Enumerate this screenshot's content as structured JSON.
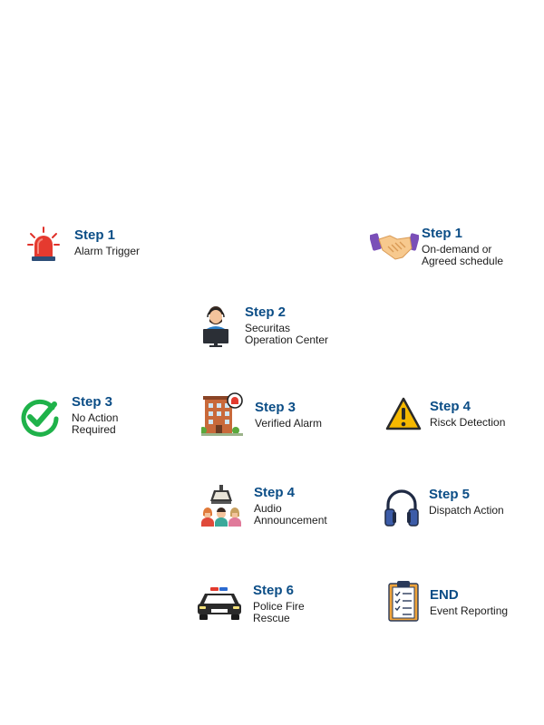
{
  "colors": {
    "step_title": "#0b4d86",
    "description": "#1c1c1c",
    "background": "#ffffff"
  },
  "nodes": {
    "alarm_trigger": {
      "step": "Step 1",
      "desc": [
        "Alarm Trigger"
      ],
      "icon": "siren-icon"
    },
    "on_demand": {
      "step": "Step 1",
      "desc": [
        "On-demand or",
        "Agreed schedule"
      ],
      "icon": "handshake-icon"
    },
    "operation_center": {
      "step": "Step 2",
      "desc": [
        "Securitas",
        "Operation Center"
      ],
      "icon": "operator-headset-icon"
    },
    "no_action": {
      "step": "Step 3",
      "desc": [
        "No Action",
        "Required"
      ],
      "icon": "check-circle-icon"
    },
    "verified_alarm": {
      "step": "Step 3",
      "desc": [
        "Verified Alarm"
      ],
      "icon": "building-alarm-icon"
    },
    "risk_detection": {
      "step": "Step 4",
      "desc": [
        "Risck Detection"
      ],
      "icon": "warning-triangle-icon"
    },
    "audio_announcement": {
      "step": "Step 4",
      "desc": [
        "Audio",
        "Announcement"
      ],
      "icon": "loudspeaker-people-icon"
    },
    "dispatch_action": {
      "step": "Step 5",
      "desc": [
        "Dispatch Action"
      ],
      "icon": "headphones-icon"
    },
    "police_fire_rescue": {
      "step": "Step 6",
      "desc": [
        "Police Fire",
        "Rescue"
      ],
      "icon": "police-car-icon"
    },
    "event_reporting": {
      "step": "END",
      "desc": [
        "Event Reporting"
      ],
      "icon": "clipboard-checklist-icon"
    }
  }
}
